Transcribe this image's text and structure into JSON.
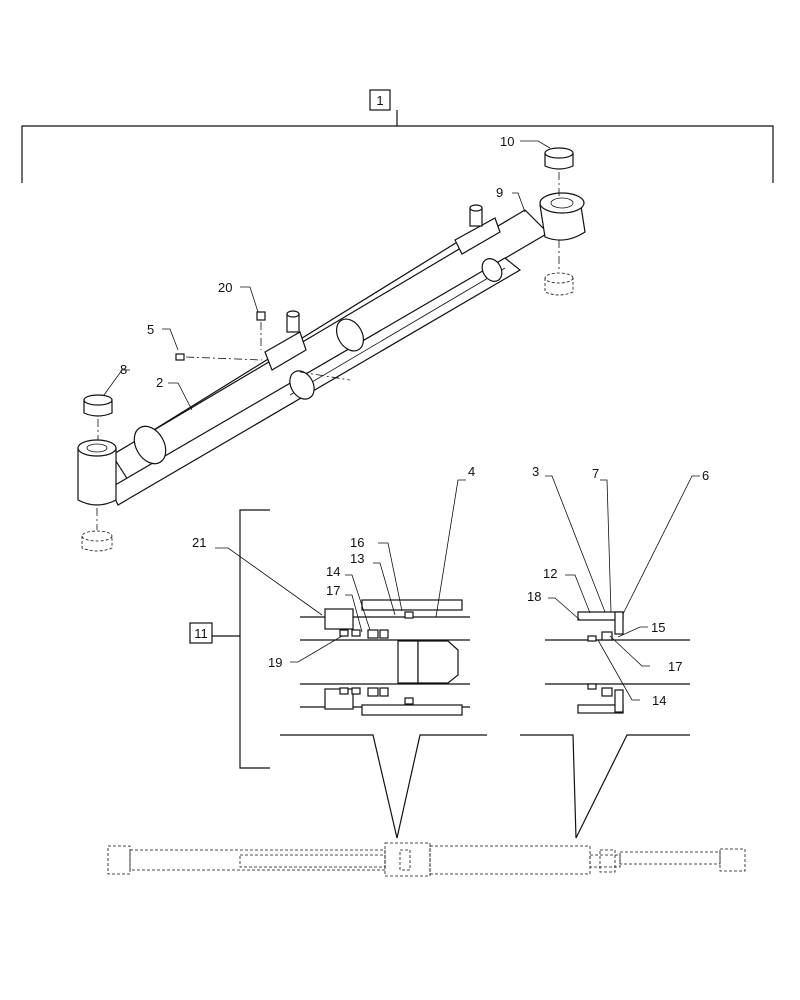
{
  "callouts": {
    "c1": "1",
    "c2": "2",
    "c3": "3",
    "c4": "4",
    "c5": "5",
    "c6": "6",
    "c7": "7",
    "c8": "8",
    "c9": "9",
    "c10": "10",
    "c11": "11",
    "c12": "12",
    "c13": "13",
    "c14a": "14",
    "c14b": "14",
    "c15": "15",
    "c16": "16",
    "c17a": "17",
    "c17b": "17",
    "c18": "18",
    "c19": "19",
    "c20": "20",
    "c21": "21"
  }
}
